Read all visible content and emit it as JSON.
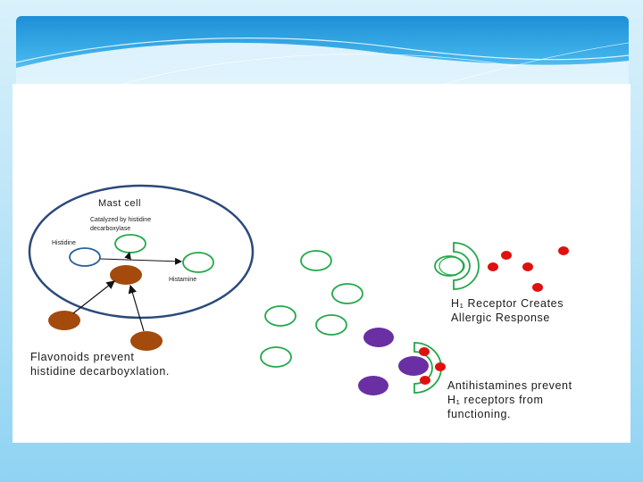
{
  "diagram": {
    "mast_cell_label": "Mast cell",
    "catalyzed_line1": "Catalyzed by histidine",
    "catalyzed_line2": "decarboxylase",
    "histidine_label": "Histidine",
    "histamine_label": "Histamine",
    "flavonoids_line1": "Flavonoids prevent",
    "flavonoids_line2": "histidine decarboyxlation.",
    "h1_receptor_line1": "H₁ Receptor Creates",
    "h1_receptor_line2": "Allergic Response",
    "antihistamine_line1": "Antihistamines prevent",
    "antihistamine_line2": "H₁ receptors from",
    "antihistamine_line3": "functioning."
  },
  "colors": {
    "header_blue": "#2a9ee0",
    "mast_cell_outline": "#2b4a7a",
    "histidine_outline": "#2b5f9e",
    "histamine_green": "#22a84a",
    "flavonoid_brown": "#a34a0c",
    "antihistamine_purple": "#6a2fa3",
    "allergen_red": "#e01010"
  }
}
